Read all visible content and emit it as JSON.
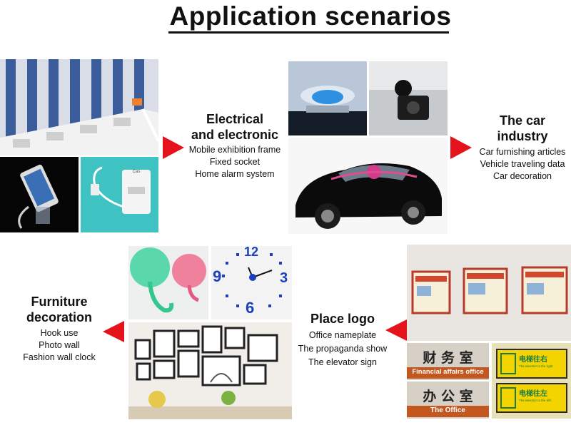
{
  "title": "Application scenarios",
  "sections": {
    "electrical": {
      "heading_line1": "Electrical",
      "heading_line2": "and electronic",
      "items": [
        "Mobile exhibition frame",
        "Fixed socket",
        "Home alarm system"
      ]
    },
    "car": {
      "heading_line1": "The car",
      "heading_line2": "industry",
      "items": [
        "Car furnishing articles",
        "Vehicle traveling data",
        "Car decoration"
      ]
    },
    "furniture": {
      "heading_line1": "Furniture",
      "heading_line2": "decoration",
      "items": [
        "Hook use",
        "Photo wall",
        "Fashion wall clock"
      ]
    },
    "place": {
      "heading": "Place logo",
      "items": [
        "Office nameplate",
        "The propaganda show",
        "The elevator sign"
      ]
    }
  },
  "photo_text": {
    "alarm_brand": "Cas",
    "clock_numbers": [
      "12",
      "9",
      "3",
      "6"
    ],
    "sign1_cn": "财 务 室",
    "sign1_en": "Financial affairs office",
    "sign2_cn": "办 公 室",
    "sign2_en": "The Office",
    "elevator_cn1": "电梯往右",
    "elevator_en1": "The elevator to the right",
    "elevator_cn2": "电梯往左",
    "elevator_en2": "The elevator to the left"
  },
  "colors": {
    "arrow": "#e4121b",
    "text": "#111111"
  }
}
